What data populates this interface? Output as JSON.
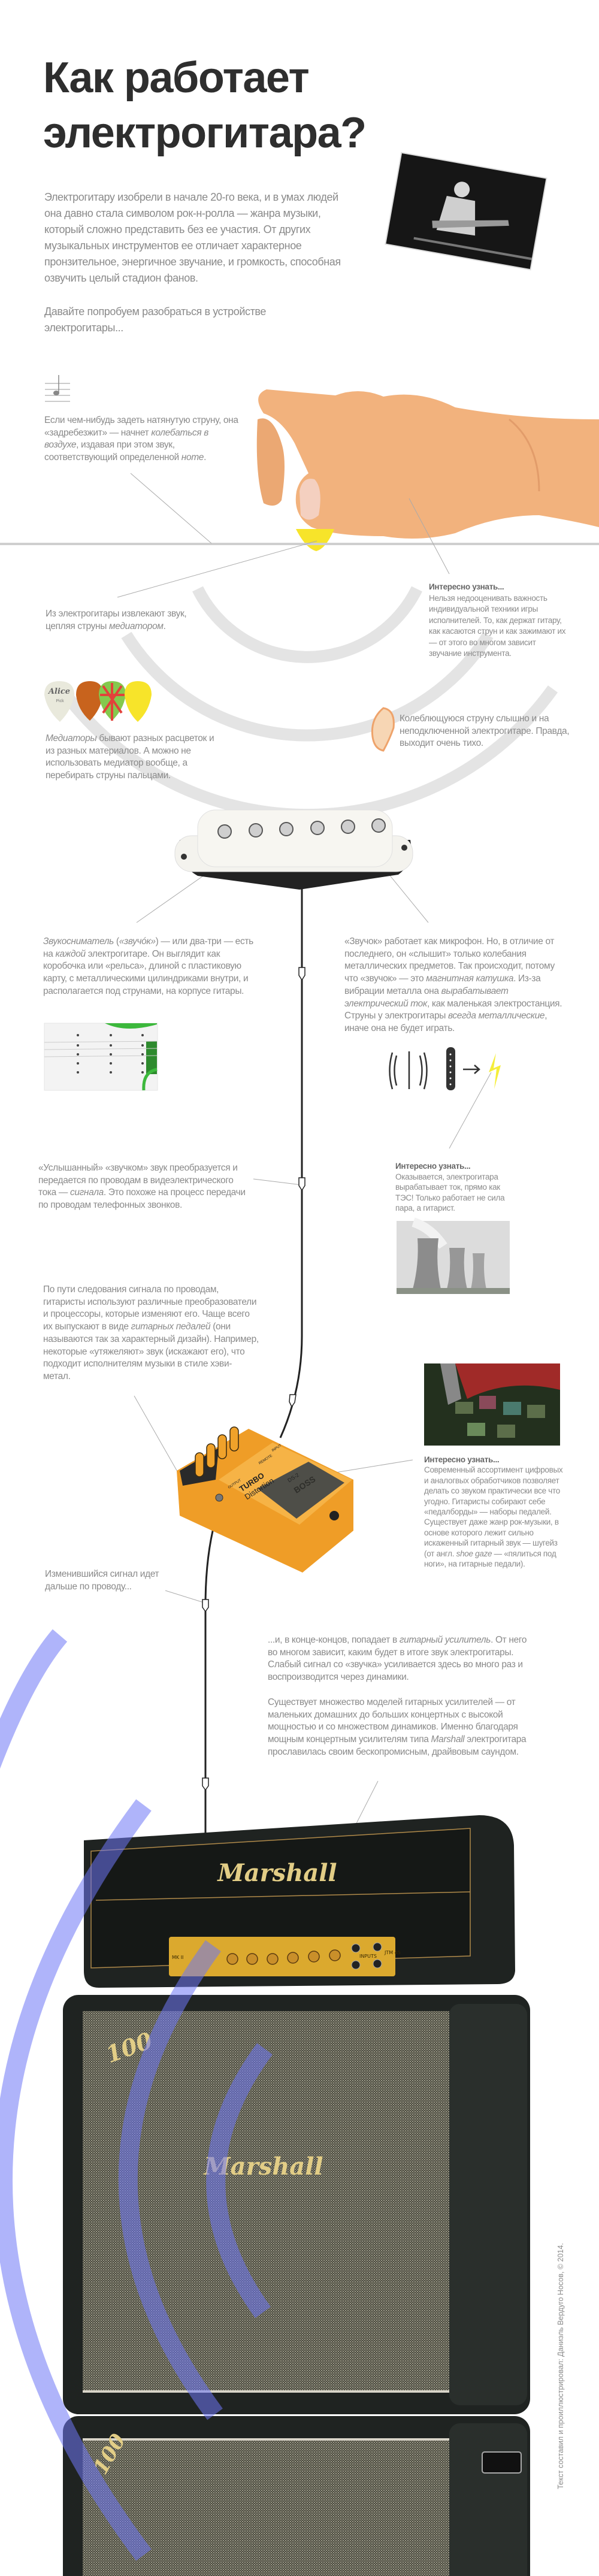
{
  "title": {
    "line1": "Как работает",
    "line2": "электрогитара?"
  },
  "intro": {
    "p1": "Электрогитару изобрели в начале 20-го века, и в умах людей она давно стала символом рок-н-ролла — жанра музыки, который сложно представить без ее участия. От других музыкальных инструментов ее отличает характерное пронзительное, энергичное звучание, и громкость, способная озвучить целый стадион фанов.",
    "p2": "Давайте попробуем разобраться в устройстве электрогитары..."
  },
  "string": {
    "a": "Если чем-нибудь задеть натянутую струну, она «задребезжит» — начнет ",
    "i1": "колебаться в воздухе",
    "b": ", издавая при этом звук, соответствующий определенной ",
    "i2": "ноте",
    "c": "."
  },
  "pick": {
    "a": "Из электрогитары извлекают звук, цепляя струны ",
    "i1": "медиатором",
    "b": "."
  },
  "note1": {
    "title": "Интересно узнать...",
    "body": "Нельзя недооценивать важность индивидуальной техники игры исполнителей. То, как держат гитару, как касаются струн и как зажимают их — от этого во многом зависит звучание инструмента."
  },
  "picks_logo": {
    "brand": "Alice",
    "label": "Pick"
  },
  "mediators": {
    "i1": "Медиаторы",
    "a": " бывают разных расцветок и из разных материалов. А можно не использовать медиатор вообще, а перебирать струны пальцами."
  },
  "ear": {
    "text": "Колеблющуюся струну слышно и на неподключенной электрогитаре. Правда, выходит очень тихо."
  },
  "pickup_left": {
    "i1": "Звукосниматель",
    "a": " (",
    "i2": "«звучóк»",
    "b": ") — или два-три — есть на ",
    "i3": "каждой",
    "c": " электрогитаре. Он выглядит как коробочка или «рельса», длиной с пластиковую карту, с металлическими цилиндриками внутри, и располагается под струнами, на корпусе гитары."
  },
  "pickup_right": {
    "a": "«Звучок» работает как микрофон. Но, в отличие от последнего, он «слышит» только колебания металлических предметов. Так происходит, потому что «звучок» — это ",
    "i1": "магнитная катушка",
    "b": ". Из-за вибрации металла она ",
    "i2": "вырабатывает электрический ток",
    "c": ", как маленькая электростанция. Струны у электрогитары ",
    "i3": "всегда металлические",
    "d": ", иначе она не будет играть."
  },
  "signal": {
    "a": "«Услышанный» «звучком» звук преобразуется и передается по проводам в видеэлектрического тока — ",
    "i1": "сигнала",
    "b": ". Это похоже на процесс передачи по проводам телефонных звонков."
  },
  "note2": {
    "title": "Интересно узнать...",
    "body": "Оказывается, электрогитара вырабатывает ток, прямо как ТЭС! Только работает не сила пара, а гитарист."
  },
  "pedals": {
    "a": "По пути следования сигнала по проводам, гитаристы используют различные преобразователи и процессоры, которые изменяют его. Чаще всего их выпускают в виде ",
    "i1": "гитарных педалей",
    "b": " (они называются так за характерный дизайн). Например, некоторые «утяжеляют» звук (искажают его), что подходит исполнителям музыки в стиле хэви-метал."
  },
  "note3": {
    "title": "Интересно узнать...",
    "a": "Современный ассортимент цифровых и аналогвых обработчиков позволяет делать со звуком практически все что угодно. Гитаристы собирают себе «педалборды» — наборы педалей. Существует даже жанр рок-музыки, в основе которого лежит сильно искаженный гитарный звук — шугейз (от англ. ",
    "i1": "shoe gaze",
    "b": " — «пялиться под ноги», на гитарные педали)."
  },
  "pedal_device": {
    "model1": "TURBO",
    "model2": "Distortion",
    "model3": "DS-2",
    "brand": "BOSS",
    "output": "OUTPUT",
    "input": "INPUT",
    "remote": "REMOTE"
  },
  "changed": {
    "text": "Изменившийся сигнал идет дальше по проводу..."
  },
  "amp": {
    "p1a": "...и, в конце-концов, попадает в ",
    "p1i": "гитарный усилитель",
    "p1b": ". От него во многом зависит, каким будет в итоге звук электрогитары. Слабый сигнал со «звучка» усиливается здесь во много раз и воспроизводится через динамики.",
    "p2a": "Существует множество моделей гитарных усилителей — от маленьких домашних до больших концертных с высокой мощностью и со множеством динамиков. Именно благодаря мощным концертным усилителям типа ",
    "p2i": "Marshall",
    "p2b": " электрогитара прославилась своим бескопромисным, драйвовым саундом."
  },
  "amp_device": {
    "brand": "Marshall",
    "cab_badge": "100",
    "inputs": "INPUTS",
    "model": "JTM 45",
    "mk": "MK II"
  },
  "credit": "Текст составил и проиллюстрировал: Даниэль Вердуго Носов, © 2014.",
  "colors": {
    "text": "#8a8a8a",
    "title": "#2e2e2e",
    "arc_gray": "#e4e4e4",
    "arc_blue": "#6e76f5",
    "pick_yellow": "#f7e42a",
    "pedal_orange": "#f2a12c",
    "amp_black": "#1f2321",
    "logo_gold": "#e2cd86"
  }
}
